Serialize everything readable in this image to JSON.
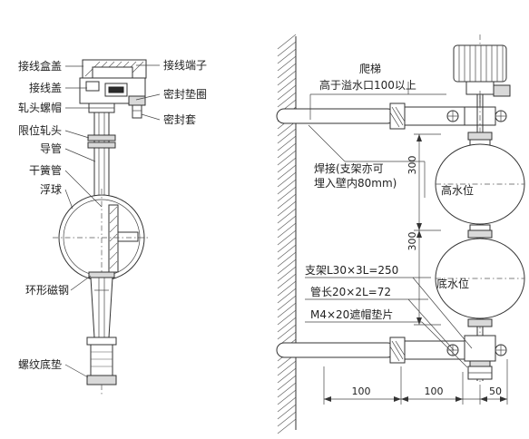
{
  "left_labels": {
    "junction_box_cover": "接线盒盖",
    "terminal_cover": "接线盖",
    "roll_nut_cap": "轧头螺帽",
    "limit_roll_head": "限位轧头",
    "guide_tube": "导管",
    "reed_tube": "干簧管",
    "float_ball": "浮球",
    "ring_magnet": "环形磁钢",
    "threaded_base_pad": "螺纹底垫"
  },
  "right_labels": {
    "terminal": "接线端子",
    "seal_gasket": "密封垫圈",
    "seal_sleeve": "密封套"
  },
  "install": {
    "ladder": "爬梯",
    "above_overflow": "高于溢水口100以上",
    "weld_note_1": "焊接(支架亦可",
    "weld_note_2": "埋入壁内80mm)",
    "high_level": "高水位",
    "low_level": "底水位",
    "bracket_spec": "支架L30×3L=250",
    "pipe_spec": "管长20×2L=72",
    "cap_pad_spec": "M4×20遮帽垫片"
  },
  "dimensions": {
    "v_upper": "300",
    "v_lower": "300",
    "h_first": "100",
    "h_second": "100",
    "h_third": "50"
  }
}
